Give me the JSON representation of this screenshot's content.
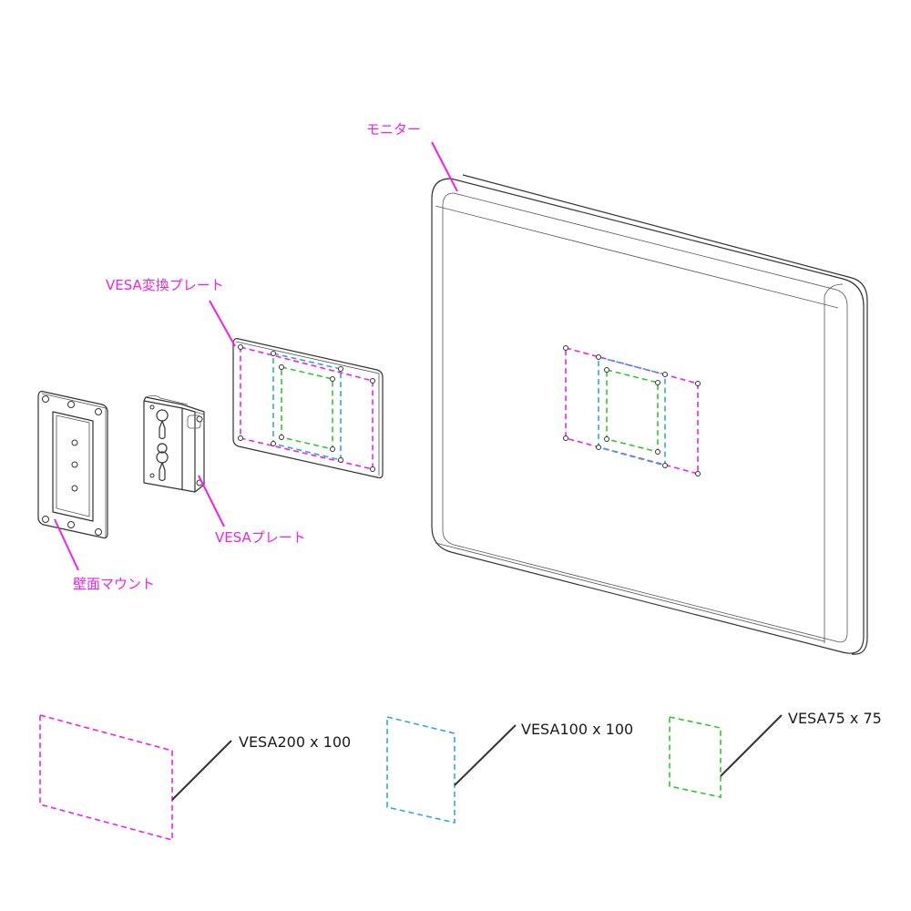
{
  "labels": {
    "monitor": "モニター",
    "vesa_adapter_plate": "VESA変換プレート",
    "vesa_plate": "VESAプレート",
    "wall_mount": "壁面マウント"
  },
  "legend": [
    {
      "label": "VESA200 x 100",
      "color": "#ee22ee"
    },
    {
      "label": "VESA100 x 100",
      "color": "#33a4e6"
    },
    {
      "label": "VESA75 x 75",
      "color": "#33c633"
    }
  ]
}
